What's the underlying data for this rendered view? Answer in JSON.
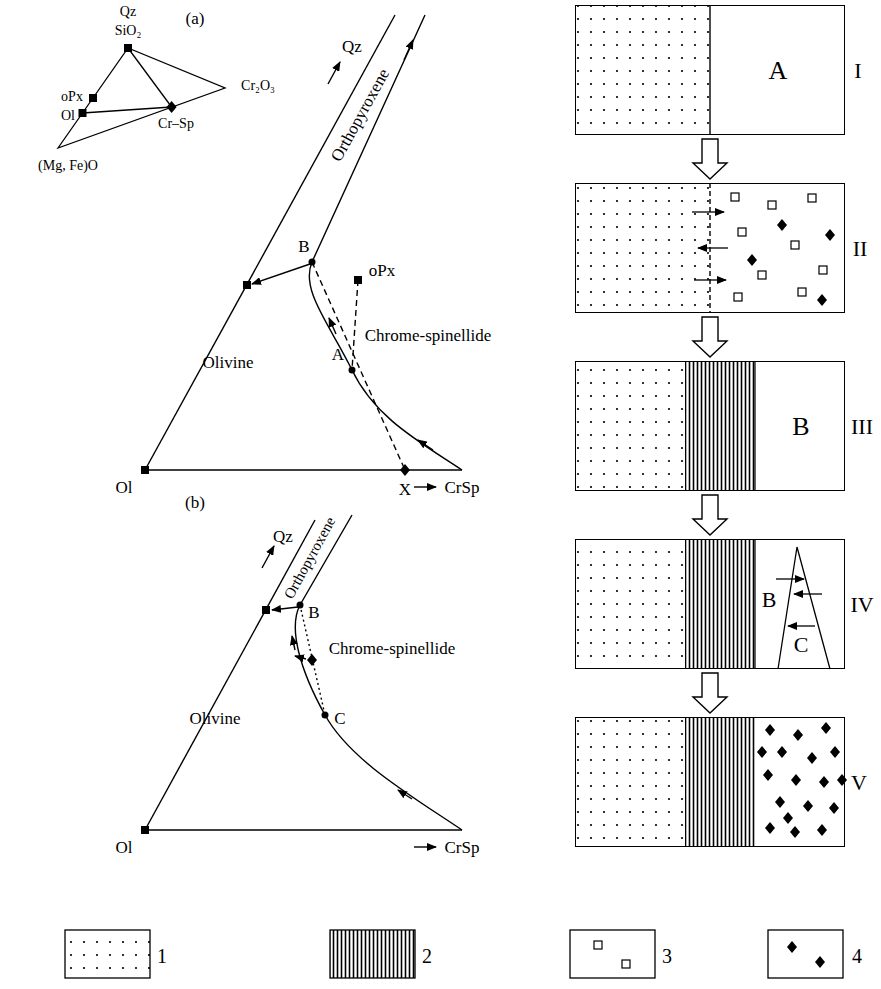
{
  "diagram": {
    "nodes": [
      {
        "text": [
          "I",
          "A"
        ]
      },
      {
        "text": [
          "II"
        ]
      },
      {
        "text": [
          "III",
          "B"
        ]
      },
      {
        "text": [
          "IV",
          "B",
          "C"
        ]
      },
      {
        "text": [
          "V"
        ]
      }
    ],
    "edges": [
      {
        "from": 0,
        "to": 1,
        "arrow": "to"
      },
      {
        "from": 1,
        "to": 2,
        "arrow": "to"
      },
      {
        "from": 2,
        "to": 3,
        "arrow": "to"
      },
      {
        "from": 3,
        "to": 4,
        "arrow": "to"
      }
    ],
    "labels": [
      "(a)",
      "Qz",
      "SiO₂",
      "oPx",
      "Ol",
      "Cr₂O₃",
      "(Mg, Fe)O",
      "Cr–Sp",
      "Qz",
      "Orthopyroxene",
      "B",
      "oPx",
      "Chrome-spinellide",
      "A",
      "Olivine",
      "X",
      "Ol",
      "CrSp",
      "(b)",
      "Qz",
      "Orthopyroxene",
      "B",
      "Chrome-spinellide",
      "C",
      "Olivine",
      "Ol",
      "CrSp"
    ],
    "legend": [
      {
        "text": "1"
      },
      {
        "text": "2"
      },
      {
        "text": "3"
      },
      {
        "text": "4"
      }
    ]
  }
}
